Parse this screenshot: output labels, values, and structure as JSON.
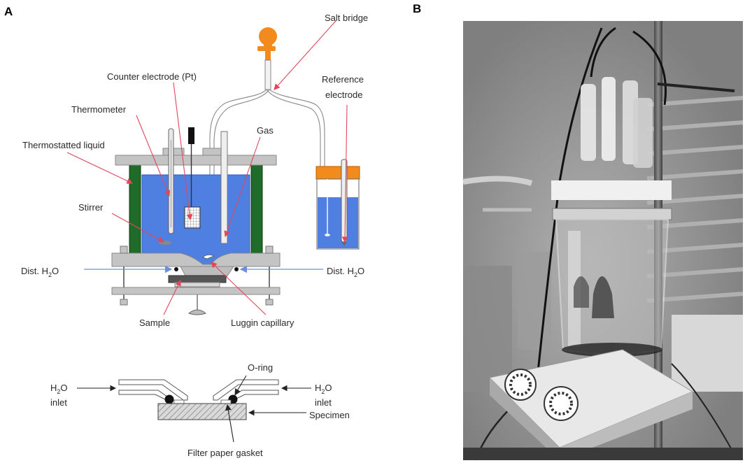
{
  "panels": {
    "a": "A",
    "b": "B"
  },
  "labels": {
    "salt_bridge": "Salt bridge",
    "counter_electrode": "Counter electrode  (Pt)",
    "reference_electrode_line1": "Reference",
    "reference_electrode_line2": "electrode",
    "thermometer": "Thermometer",
    "gas": "Gas",
    "thermostatted_liquid": "Thermostatted liquid",
    "stirrer": "Stirrer",
    "dist_h2o_left": "Dist. H",
    "dist_h2o_right": "Dist. H",
    "sub_2": "2",
    "o_suffix": "O",
    "sample": "Sample",
    "luggin_capillary": "Luggin capillary",
    "o_ring": "O-ring",
    "h2o_inlet_left_line1": "H",
    "h2o_inlet_left_line2": "inlet",
    "h2o_inlet_right_line1": "H",
    "h2o_inlet_right_line2": "inlet",
    "specimen": "Specimen",
    "filter_paper_gasket": "Filter paper gasket"
  },
  "colors": {
    "electrolyte": "#4f7fe0",
    "thermostat_wall": "#1f6b2a",
    "bulb": "#f28a1e",
    "leader_line": "#e0485a",
    "water_arrow": "#6c8fd8",
    "plate_grey": "#c4c4c4",
    "photo_bg": "#5e5e5e"
  }
}
